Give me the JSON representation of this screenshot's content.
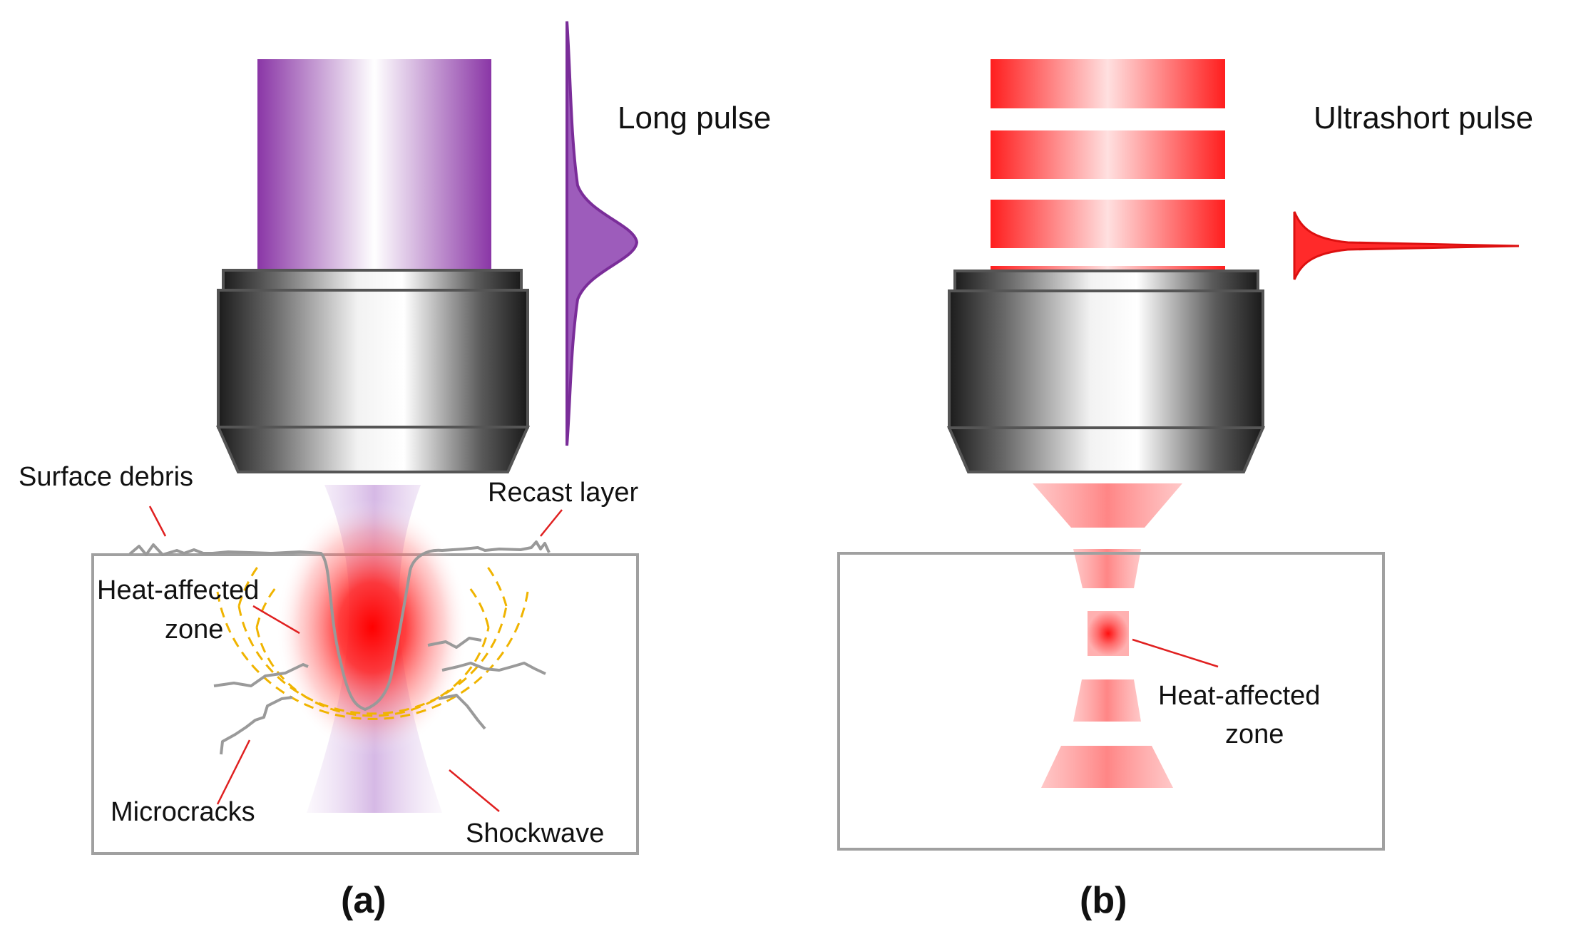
{
  "panel_a": {
    "title": "Long pulse",
    "labels": {
      "surface_debris": "Surface debris",
      "recast_layer": "Recast layer",
      "haz_line1": "Heat-affected",
      "haz_line2": "zone",
      "microcracks": "Microcracks",
      "shockwave": "Shockwave"
    },
    "caption": "(a)"
  },
  "panel_b": {
    "title": "Ultrashort pulse",
    "labels": {
      "haz_line1": "Heat-affected",
      "haz_line2": "zone"
    },
    "caption": "(b)"
  },
  "colors": {
    "purple": "#8e3fa8",
    "red": "#ff1a1a",
    "gray_line": "#9a9a9a",
    "dashed_orange": "#f0b400",
    "leader_red": "#e02020"
  }
}
